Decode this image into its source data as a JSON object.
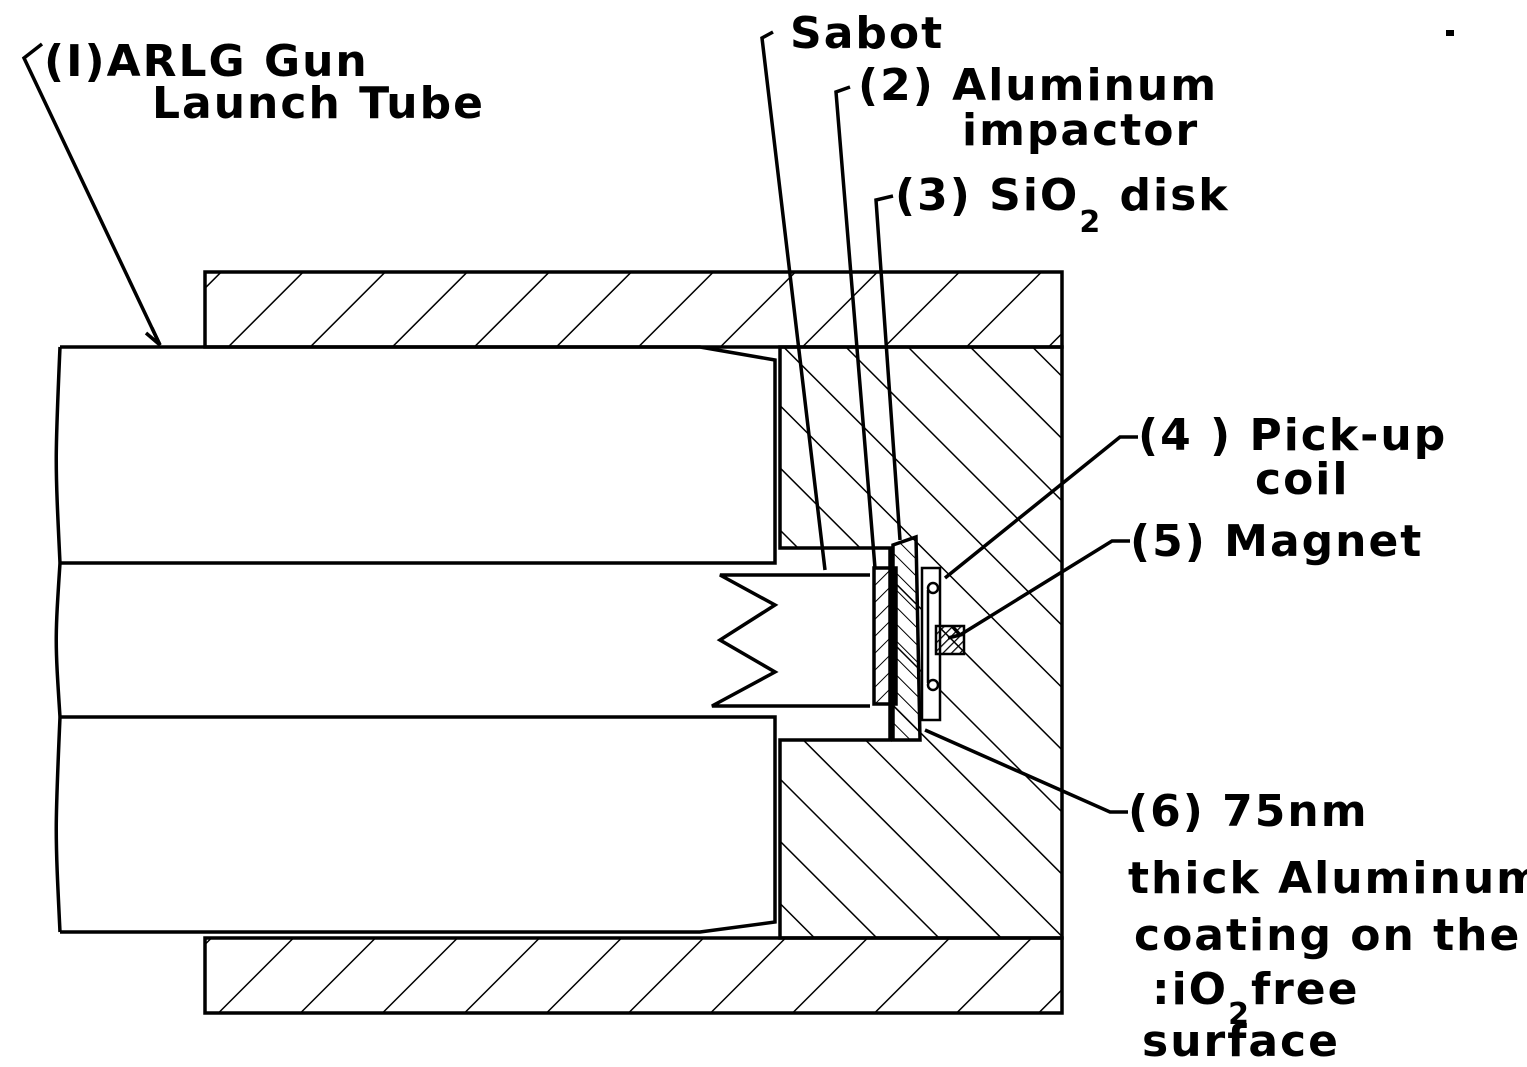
{
  "labels": {
    "launch_tube_line1": "(I)ARLG  Gun",
    "launch_tube_line2": "Launch Tube",
    "sabot": "Sabot",
    "impactor_line1": "(2) Aluminum",
    "impactor_line2": "impactor",
    "disk_prefix": "(3) SiO",
    "disk_sub": "2",
    "disk_suffix": " disk",
    "coil_line1": "(4 ) Pick-up",
    "coil_line2": "coil",
    "magnet": "(5) Magnet",
    "coating_line1": "(6) 75nm",
    "coating_line2": "thick Aluminum",
    "coating_line3": "coating on the",
    "coating_line4_prefix": ":iO",
    "coating_line4_sub": "2",
    "coating_line4_suffix": "free",
    "coating_line5": "surface"
  }
}
